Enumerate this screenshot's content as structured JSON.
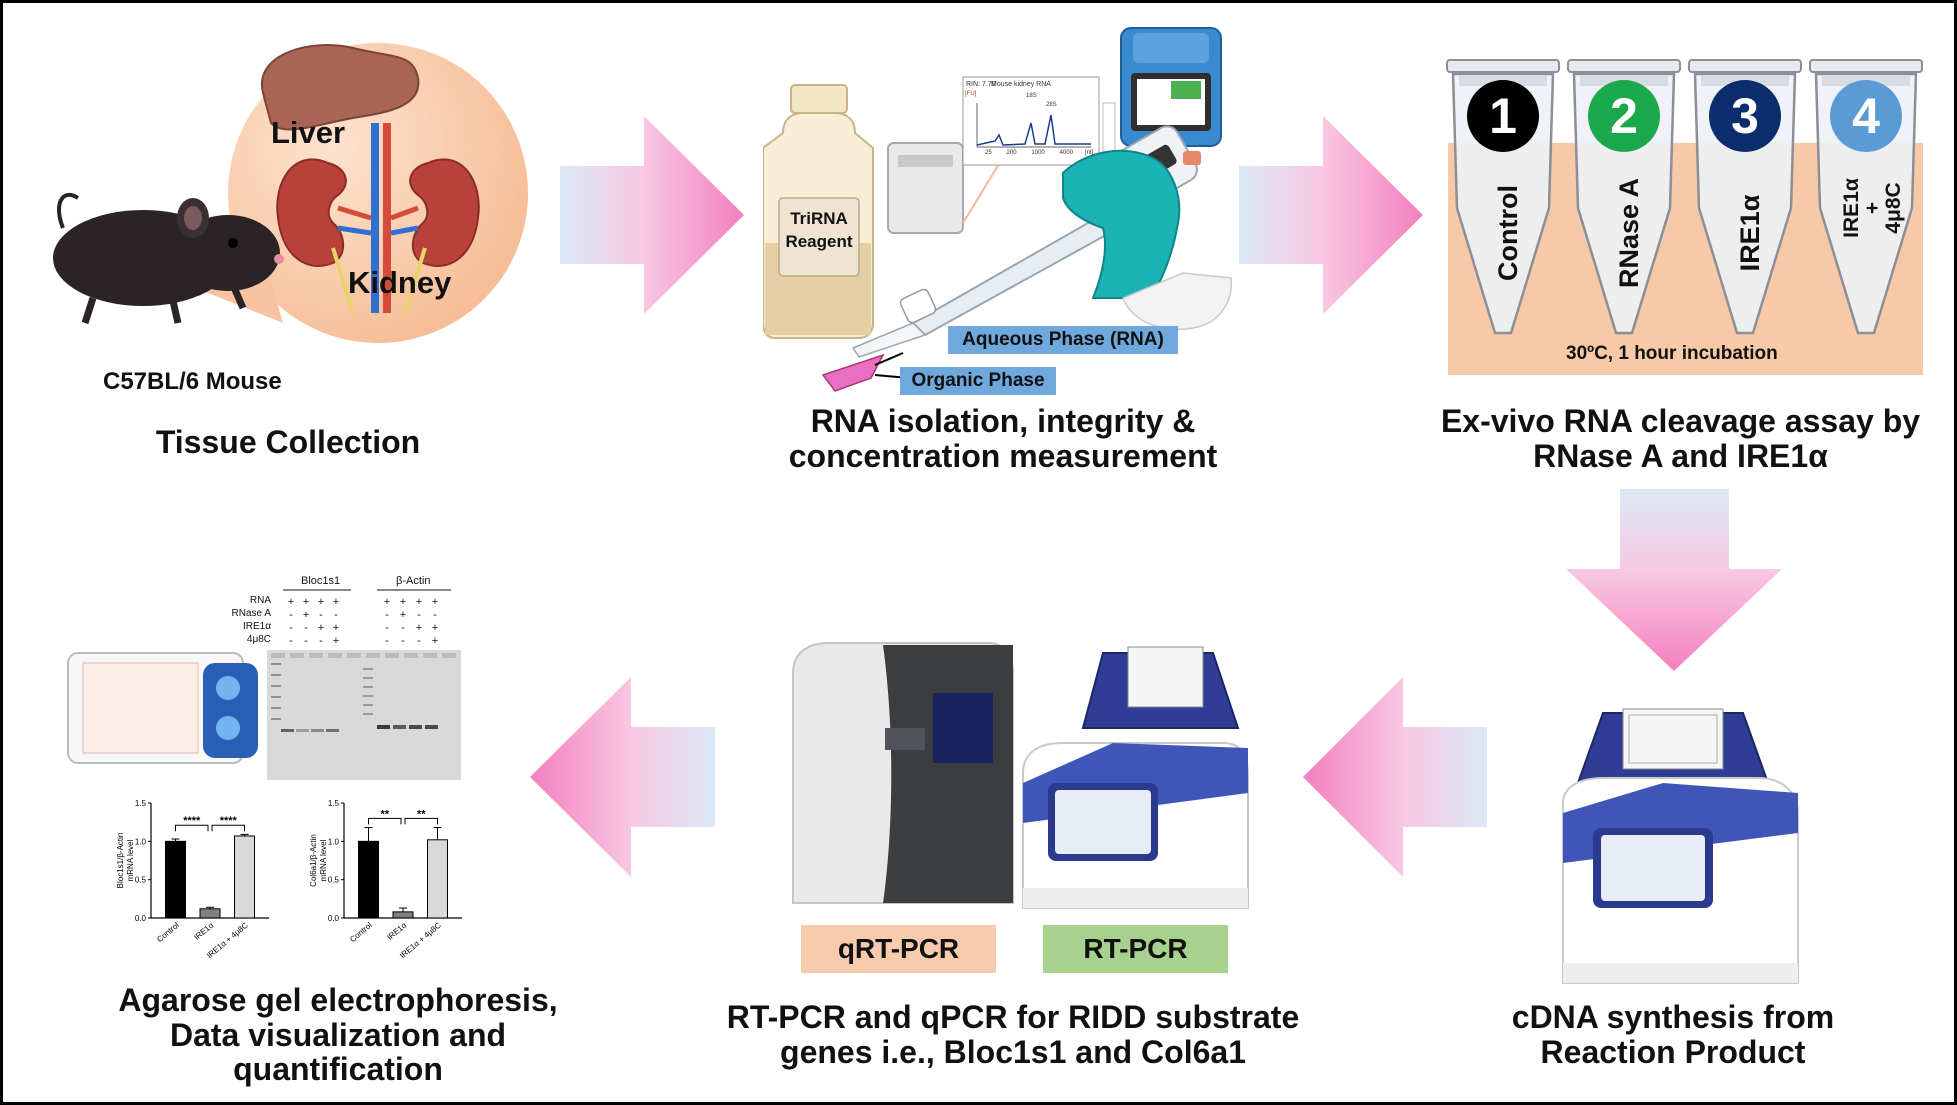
{
  "tissue": {
    "organs": [
      "Liver",
      "Kidney"
    ],
    "mouse_label": "C57BL/6 Mouse",
    "caption": "Tissue Collection"
  },
  "rna_isolation": {
    "bottle_label_line1": "TriRNA",
    "bottle_label_line2": "Reagent",
    "trace_title": "Mouse kidney RNA",
    "trace_rin": "RIN: 7.70",
    "trace_fu": "[FU]",
    "trace_peak1": "18S",
    "trace_peak2": "28S",
    "trace_ticks": [
      "25",
      "200",
      "1000",
      "4000"
    ],
    "trace_unit": "[nt]",
    "aqueous_label": "Aqueous Phase (RNA)",
    "organic_label": "Organic Phase",
    "caption_line1": "RNA isolation, integrity &",
    "caption_line2": "concentration measurement"
  },
  "cleavage": {
    "tubes": [
      {
        "number": "1",
        "label": "Control",
        "color": "#000000"
      },
      {
        "number": "2",
        "label": "RNase A",
        "color": "#1aa84a"
      },
      {
        "number": "3",
        "label": "IRE1α",
        "color": "#0c2d6b"
      },
      {
        "number": "4",
        "label_line1": "IRE1α",
        "label_line2": "+",
        "label_line3": "4μ8C",
        "color": "#5b9bd5"
      }
    ],
    "incubation": "30ºC, 1 hour incubation",
    "caption_line1": "Ex-vivo RNA cleavage assay by",
    "caption_line2": "RNase A and IRE1α"
  },
  "cdna": {
    "caption_line1": "cDNA synthesis from",
    "caption_line2": "Reaction Product"
  },
  "pcr": {
    "qrt_label": "qRT-PCR",
    "rt_label": "RT-PCR",
    "caption_line1": "RT-PCR and qPCR for RIDD substrate",
    "caption_line2": "genes i.e., Bloc1s1 and Col6a1"
  },
  "gel": {
    "group1": "Bloc1s1",
    "group2": "β-Actin",
    "rows": [
      {
        "name": "RNA",
        "signs": [
          "+",
          "+",
          "+",
          "+"
        ]
      },
      {
        "name": "RNase A",
        "signs": [
          "-",
          "+",
          "-",
          "-"
        ]
      },
      {
        "name": "IRE1α",
        "signs": [
          "-",
          "-",
          "+",
          "+"
        ]
      },
      {
        "name": "4μ8C",
        "signs": [
          "-",
          "-",
          "-",
          "+"
        ]
      }
    ]
  },
  "analysis": {
    "caption_line1": "Agarose gel electrophoresis,",
    "caption_line2": "Data visualization and",
    "caption_line3": "quantification"
  },
  "colors": {
    "arrow_pink": "#f47fc0",
    "arrow_light_blue": "#dbe9f7",
    "skin": "#f7c9a7",
    "phase_box": "#6fa8dc",
    "qrt_box": "#f8cbad",
    "rt_box": "#a9d18e"
  },
  "chart_data": [
    {
      "type": "bar",
      "categories": [
        "Control",
        "IRE1α",
        "IRE1α + 4μ8C"
      ],
      "values": [
        1.0,
        0.12,
        1.07
      ],
      "errors": [
        0.03,
        0.02,
        0.02
      ],
      "bar_colors": [
        "#000000",
        "#808080",
        "#d9d9d9"
      ],
      "ylabel_line1": "Bloc1s1/β-Actin",
      "ylabel_line2": "mRNA level",
      "yticks": [
        "0.0",
        "0.5",
        "1.0",
        "1.5"
      ],
      "ylim": [
        0,
        1.5
      ],
      "significance": [
        "****",
        "****"
      ]
    },
    {
      "type": "bar",
      "categories": [
        "Control",
        "IRE1α",
        "IRE1α + 4μ8C"
      ],
      "values": [
        1.0,
        0.08,
        1.02
      ],
      "errors": [
        0.18,
        0.05,
        0.16
      ],
      "bar_colors": [
        "#000000",
        "#808080",
        "#d9d9d9"
      ],
      "ylabel_line1": "Col6a1/β-Actin",
      "ylabel_line2": "mRNA level",
      "yticks": [
        "0.0",
        "0.5",
        "1.0",
        "1.5"
      ],
      "ylim": [
        0,
        1.5
      ],
      "significance": [
        "**",
        "**"
      ]
    }
  ]
}
